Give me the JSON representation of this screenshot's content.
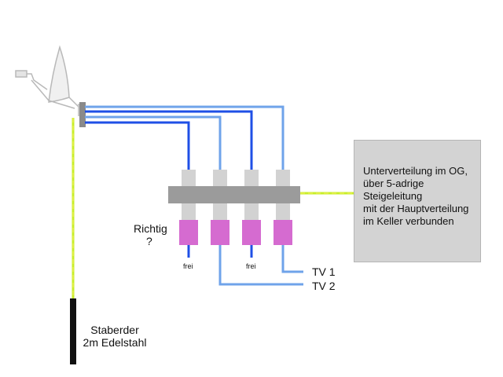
{
  "labels": {
    "richtig": "Richtig",
    "question_mark": "?",
    "frei_1": "frei",
    "frei_2": "frei",
    "tv1": "TV 1",
    "tv2": "TV 2",
    "staberder_line1": "Staberder",
    "staberder_line2": "2m Edelstahl"
  },
  "info_box": {
    "lines": [
      "Unterverteilung im OG,",
      "über 5-adrige",
      "Steigeleitung",
      "mit der Hauptverteilung",
      "im Keller verbunden"
    ]
  },
  "colors": {
    "cable_dark_blue": "#1f4fe6",
    "cable_light_blue": "#6fa3ea",
    "ground_wire_green": "#c8ee2a",
    "ground_wire_yellow": "#f4f05a",
    "multiswitch_body": "#9b9b9b",
    "f_connector": "#d2d2d2",
    "splitter_magenta": "#d56bd0",
    "info_box_bg": "#d3d3d3",
    "ground_rod": "#111111"
  },
  "icons": {
    "satellite_dish": "satellite-dish-icon"
  }
}
